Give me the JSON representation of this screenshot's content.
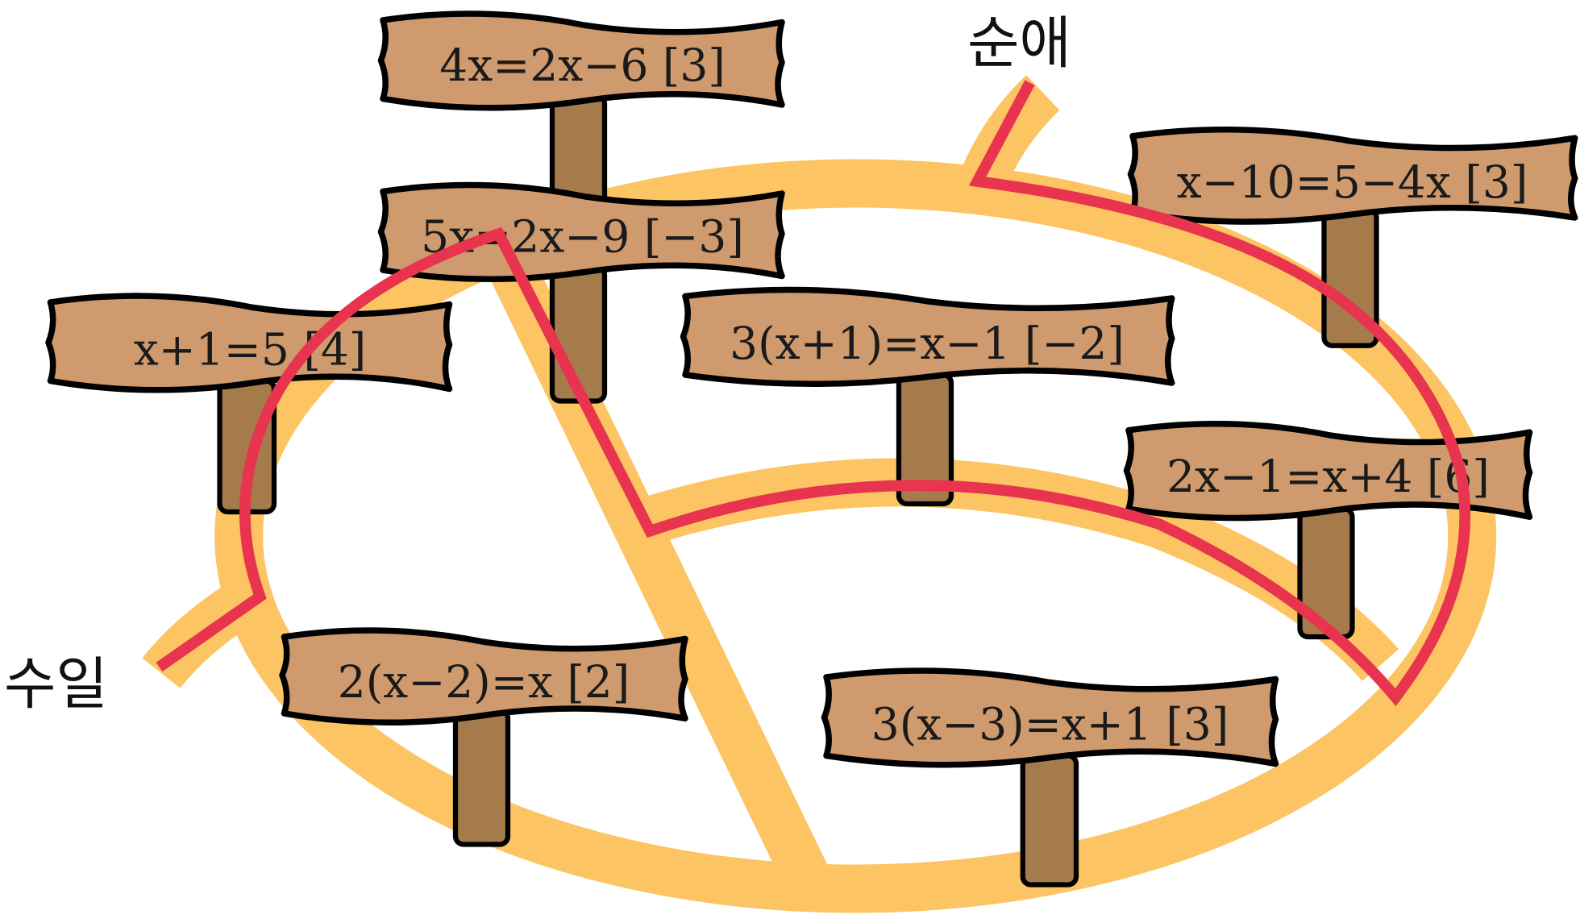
{
  "labels": {
    "top_right": "순애",
    "bottom_left": "수일"
  },
  "colors": {
    "path_orange": "#fcc462",
    "route_red": "#e8344e",
    "board": "#cf9a6d",
    "post": "#a57b4c"
  },
  "signs": [
    {
      "equation": "4x=2x−6",
      "answer": "[3]"
    },
    {
      "equation": "5x=2x−9",
      "answer": "[−3]"
    },
    {
      "equation": "x+1=5",
      "answer": "[4]"
    },
    {
      "equation": "3(x+1)=x−1",
      "answer": "[−2]"
    },
    {
      "equation": "x−10=5−4x",
      "answer": "[3]"
    },
    {
      "equation": "2x−1=x+4",
      "answer": "[6]"
    },
    {
      "equation": "2(x−2)=x",
      "answer": "[2]"
    },
    {
      "equation": "3(x−3)=x+1",
      "answer": "[3]"
    }
  ]
}
